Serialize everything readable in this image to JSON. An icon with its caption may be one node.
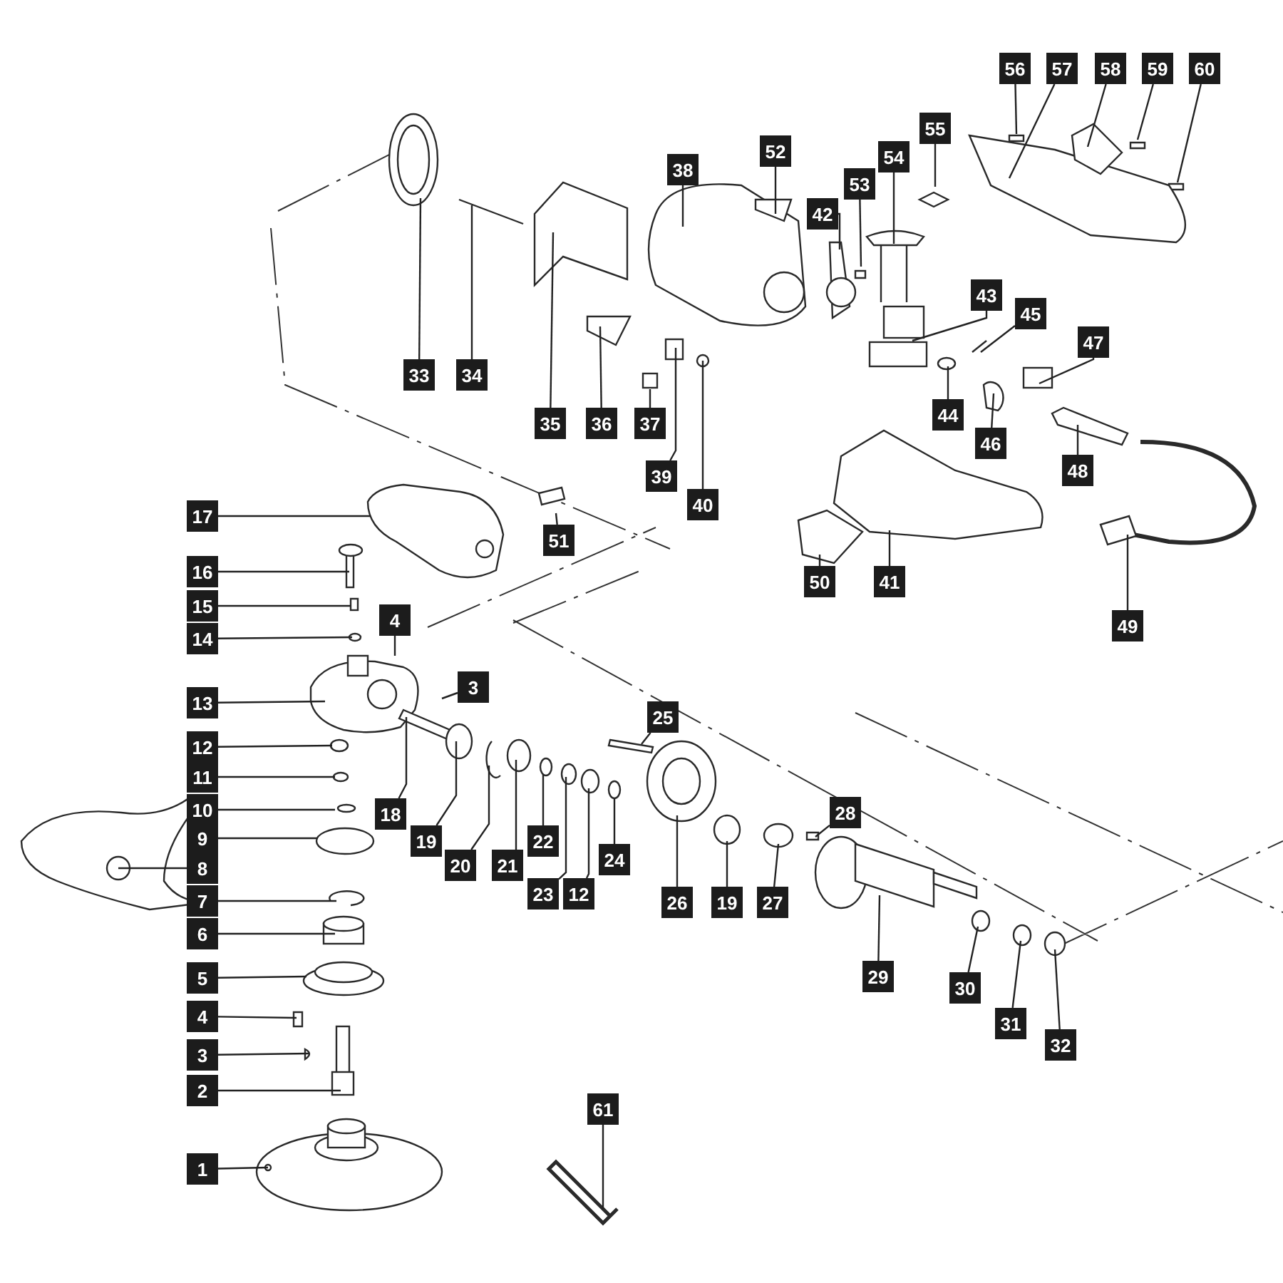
{
  "diagram": {
    "nodes": [
      {
        "text": [
          "1"
        ]
      },
      {
        "text": [
          "2"
        ]
      },
      {
        "text": [
          "3"
        ]
      },
      {
        "text": [
          "4"
        ]
      },
      {
        "text": [
          "5"
        ]
      },
      {
        "text": [
          "6"
        ]
      },
      {
        "text": [
          "7"
        ]
      },
      {
        "text": [
          "8"
        ]
      },
      {
        "text": [
          "9"
        ]
      },
      {
        "text": [
          "10"
        ]
      },
      {
        "text": [
          "11"
        ]
      },
      {
        "text": [
          "12"
        ]
      },
      {
        "text": [
          "13"
        ]
      },
      {
        "text": [
          "14"
        ]
      },
      {
        "text": [
          "15"
        ]
      },
      {
        "text": [
          "16"
        ]
      },
      {
        "text": [
          "17"
        ]
      },
      {
        "text": [
          "18"
        ]
      },
      {
        "text": [
          "19"
        ]
      },
      {
        "text": [
          "20"
        ]
      },
      {
        "text": [
          "21"
        ]
      },
      {
        "text": [
          "22"
        ]
      },
      {
        "text": [
          "23"
        ]
      },
      {
        "text": [
          "24"
        ]
      },
      {
        "text": [
          "25"
        ]
      },
      {
        "text": [
          "26"
        ]
      },
      {
        "text": [
          "27"
        ]
      },
      {
        "text": [
          "28"
        ]
      },
      {
        "text": [
          "29"
        ]
      },
      {
        "text": [
          "30"
        ]
      },
      {
        "text": [
          "31"
        ]
      },
      {
        "text": [
          "32"
        ]
      },
      {
        "text": [
          "33"
        ]
      },
      {
        "text": [
          "34"
        ]
      },
      {
        "text": [
          "35"
        ]
      },
      {
        "text": [
          "36"
        ]
      },
      {
        "text": [
          "37"
        ]
      },
      {
        "text": [
          "38"
        ]
      },
      {
        "text": [
          "39"
        ]
      },
      {
        "text": [
          "40"
        ]
      },
      {
        "text": [
          "41"
        ]
      },
      {
        "text": [
          "42"
        ]
      },
      {
        "text": [
          "43"
        ]
      },
      {
        "text": [
          "44"
        ]
      },
      {
        "text": [
          "45"
        ]
      },
      {
        "text": [
          "46"
        ]
      },
      {
        "text": [
          "47"
        ]
      },
      {
        "text": [
          "48"
        ]
      },
      {
        "text": [
          "49"
        ]
      },
      {
        "text": [
          "50"
        ]
      },
      {
        "text": [
          "51"
        ]
      },
      {
        "text": [
          "52"
        ]
      },
      {
        "text": [
          "53"
        ]
      },
      {
        "text": [
          "54"
        ]
      },
      {
        "text": [
          "55"
        ]
      },
      {
        "text": [
          "56"
        ]
      },
      {
        "text": [
          "57"
        ]
      },
      {
        "text": [
          "58"
        ]
      },
      {
        "text": [
          "59"
        ]
      },
      {
        "text": [
          "60"
        ]
      },
      {
        "text": [
          "61"
        ]
      },
      {
        "text": [
          "3"
        ]
      },
      {
        "text": [
          "4"
        ]
      },
      {
        "text": [
          "12"
        ]
      },
      {
        "text": [
          "19"
        ]
      }
    ],
    "edges": [
      {
        "from": 0,
        "to": null,
        "arrow": "none"
      },
      {
        "from": 1,
        "to": null,
        "arrow": "none"
      },
      {
        "from": 2,
        "to": null,
        "arrow": "none"
      },
      {
        "from": 3,
        "to": null,
        "arrow": "none"
      },
      {
        "from": 4,
        "to": null,
        "arrow": "none"
      },
      {
        "from": 5,
        "to": null,
        "arrow": "none"
      },
      {
        "from": 6,
        "to": null,
        "arrow": "none"
      },
      {
        "from": 7,
        "to": null,
        "arrow": "none"
      },
      {
        "from": 8,
        "to": null,
        "arrow": "none"
      },
      {
        "from": 9,
        "to": null,
        "arrow": "none"
      },
      {
        "from": 10,
        "to": null,
        "arrow": "none"
      },
      {
        "from": 11,
        "to": null,
        "arrow": "none"
      },
      {
        "from": 12,
        "to": null,
        "arrow": "none"
      },
      {
        "from": 13,
        "to": null,
        "arrow": "none"
      },
      {
        "from": 14,
        "to": null,
        "arrow": "none"
      },
      {
        "from": 15,
        "to": null,
        "arrow": "none"
      },
      {
        "from": 16,
        "to": null,
        "arrow": "none"
      },
      {
        "from": 17,
        "to": null,
        "arrow": "none"
      },
      {
        "from": 18,
        "to": null,
        "arrow": "none"
      },
      {
        "from": 19,
        "to": null,
        "arrow": "none"
      },
      {
        "from": 20,
        "to": null,
        "arrow": "none"
      },
      {
        "from": 21,
        "to": null,
        "arrow": "none"
      },
      {
        "from": 22,
        "to": null,
        "arrow": "none"
      },
      {
        "from": 23,
        "to": null,
        "arrow": "none"
      },
      {
        "from": 24,
        "to": null,
        "arrow": "none"
      },
      {
        "from": 25,
        "to": null,
        "arrow": "none"
      },
      {
        "from": 26,
        "to": null,
        "arrow": "none"
      },
      {
        "from": 27,
        "to": null,
        "arrow": "none"
      },
      {
        "from": 28,
        "to": null,
        "arrow": "none"
      },
      {
        "from": 29,
        "to": null,
        "arrow": "none"
      },
      {
        "from": 30,
        "to": null,
        "arrow": "none"
      },
      {
        "from": 31,
        "to": null,
        "arrow": "none"
      },
      {
        "from": 32,
        "to": null,
        "arrow": "none"
      },
      {
        "from": 33,
        "to": null,
        "arrow": "none"
      },
      {
        "from": 34,
        "to": null,
        "arrow": "none"
      },
      {
        "from": 35,
        "to": null,
        "arrow": "none"
      },
      {
        "from": 36,
        "to": null,
        "arrow": "none"
      },
      {
        "from": 37,
        "to": null,
        "arrow": "none"
      },
      {
        "from": 38,
        "to": null,
        "arrow": "none"
      },
      {
        "from": 39,
        "to": null,
        "arrow": "none"
      },
      {
        "from": 40,
        "to": null,
        "arrow": "none"
      },
      {
        "from": 41,
        "to": null,
        "arrow": "none"
      },
      {
        "from": 42,
        "to": null,
        "arrow": "none"
      },
      {
        "from": 43,
        "to": null,
        "arrow": "none"
      },
      {
        "from": 44,
        "to": null,
        "arrow": "none"
      },
      {
        "from": 45,
        "to": null,
        "arrow": "none"
      },
      {
        "from": 46,
        "to": null,
        "arrow": "none"
      },
      {
        "from": 47,
        "to": null,
        "arrow": "none"
      },
      {
        "from": 48,
        "to": null,
        "arrow": "none"
      },
      {
        "from": 49,
        "to": null,
        "arrow": "none"
      },
      {
        "from": 50,
        "to": null,
        "arrow": "none"
      },
      {
        "from": 51,
        "to": null,
        "arrow": "none"
      },
      {
        "from": 52,
        "to": null,
        "arrow": "none"
      },
      {
        "from": 53,
        "to": null,
        "arrow": "none"
      },
      {
        "from": 54,
        "to": null,
        "arrow": "none"
      },
      {
        "from": 55,
        "to": null,
        "arrow": "none"
      },
      {
        "from": 56,
        "to": null,
        "arrow": "none"
      },
      {
        "from": 57,
        "to": null,
        "arrow": "none"
      },
      {
        "from": 58,
        "to": null,
        "arrow": "none"
      },
      {
        "from": 59,
        "to": null,
        "arrow": "none"
      },
      {
        "from": 60,
        "to": null,
        "arrow": "none"
      },
      {
        "from": 61,
        "to": null,
        "arrow": "none"
      },
      {
        "from": 62,
        "to": null,
        "arrow": "none"
      },
      {
        "from": 63,
        "to": null,
        "arrow": "none"
      },
      {
        "from": 64,
        "to": null,
        "arrow": "none"
      }
    ]
  }
}
